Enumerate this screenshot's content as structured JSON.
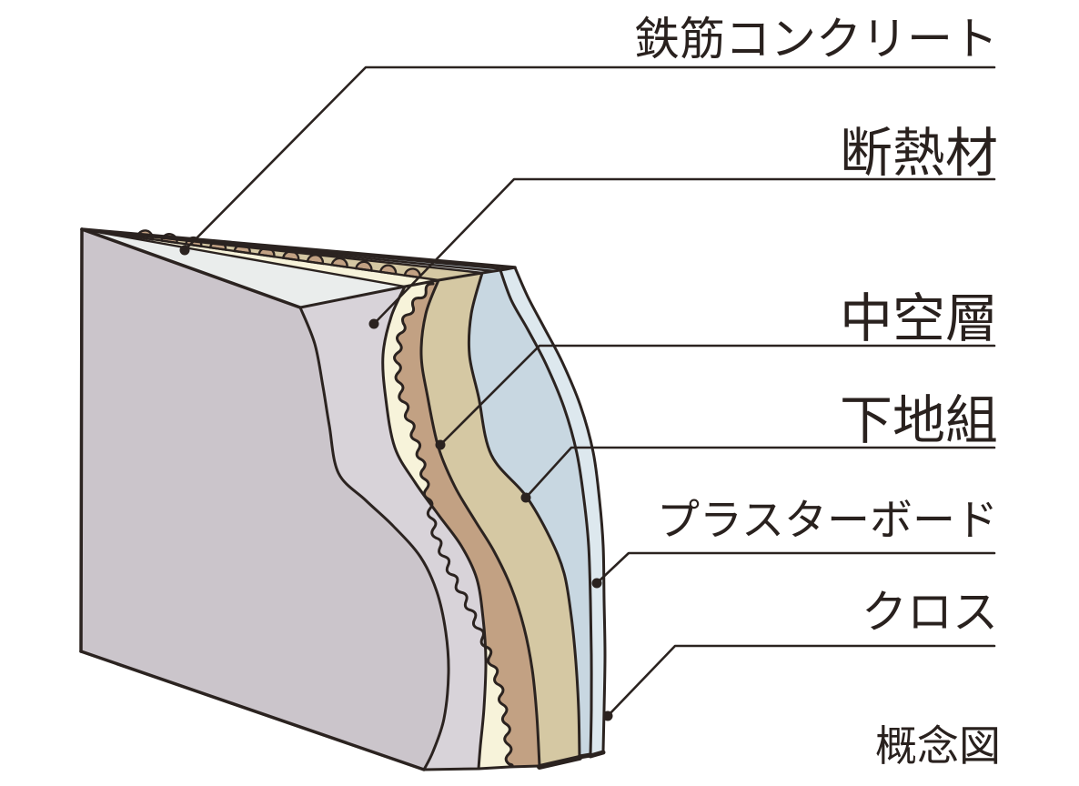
{
  "diagram": {
    "caption": "概念図",
    "labels": [
      {
        "id": "reinforced-concrete",
        "text": "鉄筋コンクリート"
      },
      {
        "id": "insulation",
        "text": "断熱材"
      },
      {
        "id": "air-gap",
        "text": "中空層"
      },
      {
        "id": "base-framing",
        "text": "下地組"
      },
      {
        "id": "plasterboard",
        "text": "プラスターボード"
      },
      {
        "id": "cloth",
        "text": "クロス"
      }
    ],
    "layers": [
      {
        "label": "鉄筋コンクリート",
        "color": "#cbc5cb"
      },
      {
        "label": "断熱材",
        "color": "#f7f3da"
      },
      {
        "label": "中空層",
        "color": "#c2a183"
      },
      {
        "label": "下地組",
        "color": "#d5c8a3"
      },
      {
        "label": "プラスターボード",
        "color": "#c8d7e1"
      },
      {
        "label": "クロス",
        "color": "#dde8ee"
      }
    ],
    "colors": {
      "outline": "#2b2320",
      "text": "#29211e",
      "concrete_front": "#cbc5cb",
      "concrete_top": "#eaedec",
      "concrete_cut": "#d8d3d9",
      "insulation_cream": "#f7f3da",
      "air_gap_tan": "#c2a183",
      "framing_beige": "#d5c8a3",
      "board_blue": "#c8d7e1",
      "cloth_pale": "#dde8ee",
      "band_white": "#f2f5f6"
    }
  }
}
